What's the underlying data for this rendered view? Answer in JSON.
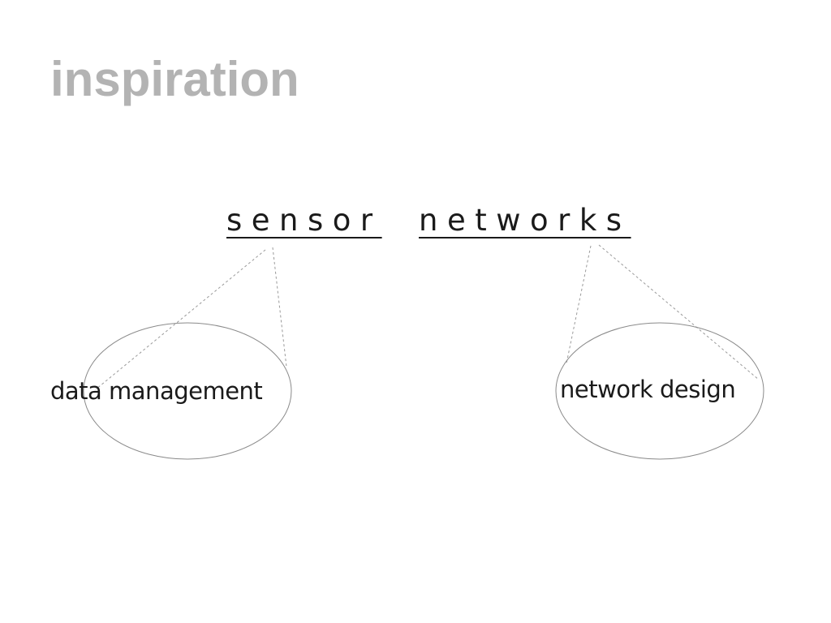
{
  "slide": {
    "title": "inspiration"
  },
  "diagram": {
    "main_words": [
      "sensor",
      "networks"
    ],
    "nodes": [
      {
        "label": "data management"
      },
      {
        "label": "network design"
      }
    ],
    "colors": {
      "title": "#b3b3b3",
      "text": "#1a1a1a",
      "ellipse_stroke": "#8a8a8a",
      "connector_stroke": "#9a9a9a"
    }
  }
}
